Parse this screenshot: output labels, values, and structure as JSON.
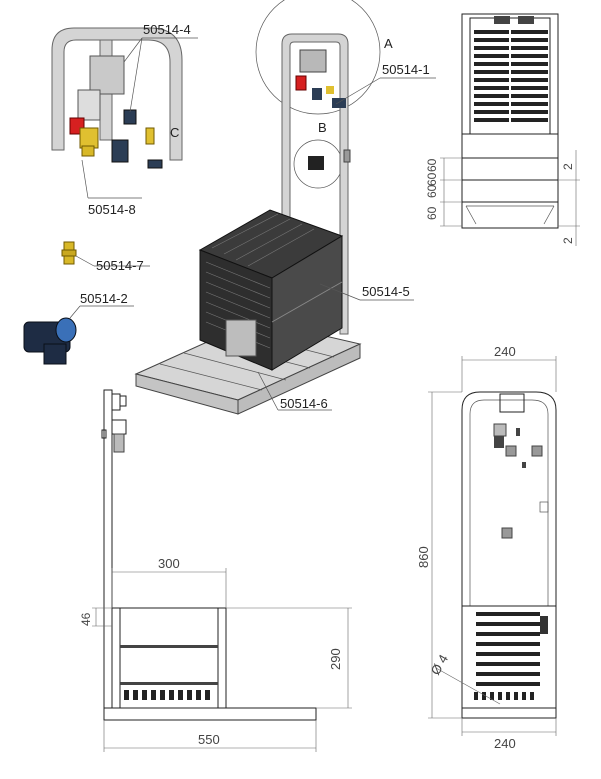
{
  "callouts": {
    "p1": "50514-1",
    "p2": "50514-2",
    "p4": "50514-4",
    "p5": "50514-5",
    "p6": "50514-6",
    "p7": "50514-7",
    "p8": "50514-8"
  },
  "detail_letters": {
    "a": "A",
    "b": "B",
    "c": "C"
  },
  "dimensions": {
    "top_width": "240",
    "height": "860",
    "bottom_width": "240",
    "diameter": "Ø 4",
    "front_width": "300",
    "front_offset": "46",
    "front_height": "290",
    "base_length": "550",
    "side_v1": "60",
    "side_v2": "60",
    "side_v3": "60",
    "side_v4": "60",
    "side_r1": "2",
    "side_r2": "2"
  }
}
